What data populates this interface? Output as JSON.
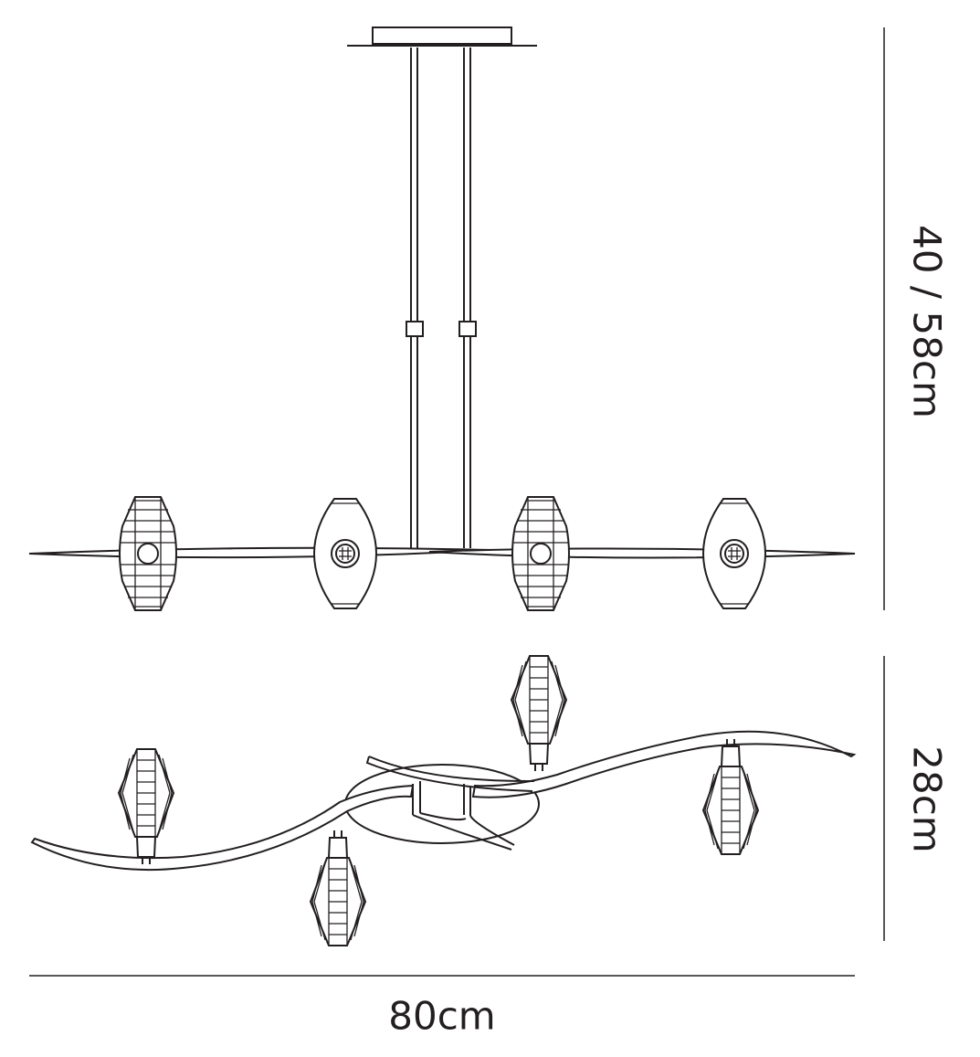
{
  "dimensions": {
    "height_label": "40 / 58cm",
    "depth_label": "28cm",
    "width_label": "80cm"
  },
  "colors": {
    "line": "#231f20",
    "background": "#ffffff"
  }
}
